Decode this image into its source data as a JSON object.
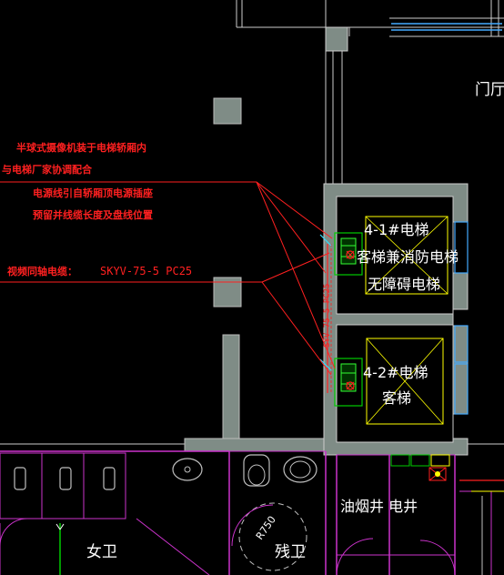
{
  "notes": {
    "line1": "半球式摄像机装于电梯轿厢内",
    "line2": "与电梯厂家协调配合",
    "line3": "电源线引自轿厢顶电源插座",
    "line4": "预留并线缆长度及盘线位置",
    "cable": "视频同轴电缆：",
    "cable_spec": "SKYV-75-5 PC25"
  },
  "rooms": {
    "lobby": "门厅",
    "elevator1": {
      "line1": "4-1#电梯",
      "line2": "客梯兼消防电梯",
      "line3": "无障碍电梯"
    },
    "elevator2": {
      "line1": "4-2#电梯",
      "line2": "客梯"
    },
    "shafts": "油烟井 电井",
    "womens": "女卫",
    "accessible": "残卫",
    "radius": "R750"
  },
  "conduit_label": "SYV-75-5 PC25",
  "colors": {
    "background": "#000000",
    "wall_fill": "#7f8c86",
    "wall_outline": "#cccccc",
    "partition": "#cc33cc",
    "annotation": "#ff2020",
    "room_text": "#ffffff",
    "equipment": "#ffff00",
    "camera": "#00cc00",
    "glass": "#44aaff",
    "fixture": "#bfbfbf"
  }
}
